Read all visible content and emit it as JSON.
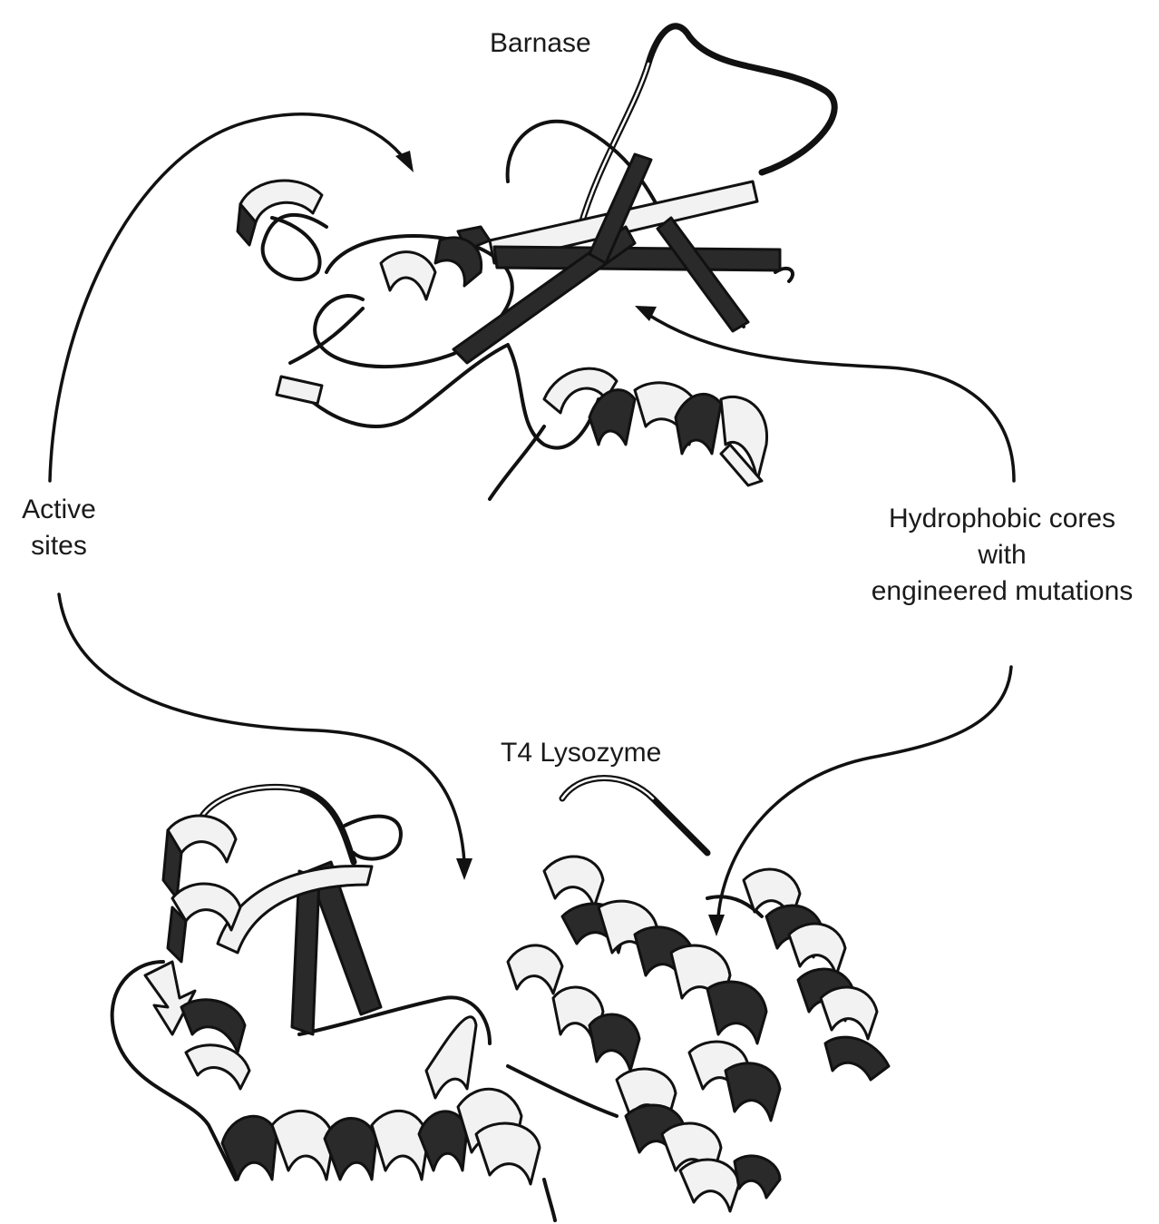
{
  "labels": {
    "barnase": "Barnase",
    "t4_lysozyme": "T4 Lysozyme",
    "active_sites": [
      "Active",
      "sites"
    ],
    "hydrophobic_cores": [
      "Hydrophobic cores",
      "with",
      "engineered mutations"
    ]
  },
  "colors": {
    "ink": "#111111",
    "ribbon_light": "#f2f2f2",
    "ribbon_dark": "#2a2a2a",
    "background": "#ffffff"
  }
}
